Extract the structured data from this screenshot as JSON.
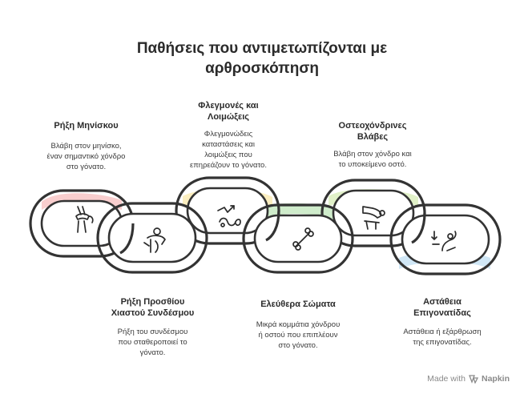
{
  "title": {
    "line1": "Παθήσεις που αντιμετωπίζονται με",
    "line2": "αρθροσκόπηση"
  },
  "items": [
    {
      "heading": [
        "Ρήξη Μηνίσκου"
      ],
      "description": [
        "Βλάβη στον μηνίσκο,",
        "έναν σημαντικό χόνδρο",
        "στο γόνατο."
      ],
      "color": "#f4a6a6",
      "icon": "knee-joint-icon"
    },
    {
      "heading": [
        "Ρήξη Προσθίου",
        "Χιαστού Συνδέσμου"
      ],
      "description": [
        "Ρήξη του συνδέσμου",
        "που σταθεροποιεί το",
        "γόνατο."
      ],
      "color": "#f7c08f",
      "icon": "knee-injury-icon"
    },
    {
      "heading": [
        "Φλεγμονές και",
        "Λοιμώξεις"
      ],
      "description": [
        "Φλεγμονώδεις",
        "καταστάσεις και",
        "λοιμώξεις που",
        "επηρεάζουν το γόνατο."
      ],
      "color": "#f7e08a",
      "icon": "infection-icon"
    },
    {
      "heading": [
        "Ελεύθερα Σώματα"
      ],
      "description": [
        "Μικρά κομμάτια χόνδρου",
        "ή οστού που επιπλέουν",
        "στο γόνατο."
      ],
      "color": "#a8dda0",
      "icon": "bone-icon"
    },
    {
      "heading": [
        "Οστεοχόνδρινες",
        "Βλάβες"
      ],
      "description": [
        "Βλάβη στον χόνδρο και",
        "το υποκείμενο οστό."
      ],
      "color": "#c8e69a",
      "icon": "knee-bone-icon"
    },
    {
      "heading": [
        "Αστάθεια",
        "Επιγονατίδας"
      ],
      "description": [
        "Αστάθεια ή εξάρθρωση",
        "της επιγονατίδας."
      ],
      "color": "#a9d3ef",
      "icon": "kneecap-instability-icon"
    }
  ],
  "footer": {
    "made_with": "Made with",
    "brand": "Napkin"
  }
}
